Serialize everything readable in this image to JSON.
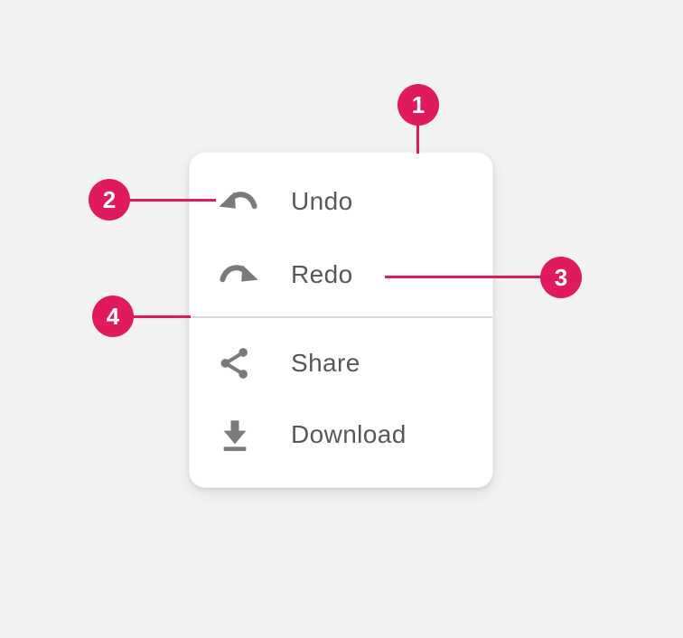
{
  "page": {
    "background_color": "#f2f2f2",
    "card_color": "#ffffff",
    "divider_color": "#d8d8d8",
    "icon_color": "#7a7a7a",
    "label_color": "#585858",
    "accent_color": "#e01a5f"
  },
  "menu": {
    "items": [
      {
        "label": "Undo",
        "icon": "undo-icon"
      },
      {
        "label": "Redo",
        "icon": "redo-icon"
      },
      {
        "label": "Share",
        "icon": "share-icon"
      },
      {
        "label": "Download",
        "icon": "download-icon"
      }
    ]
  },
  "annotations": {
    "badges": [
      {
        "number": "1",
        "points_to": "menu-card"
      },
      {
        "number": "2",
        "points_to": "undo-icon"
      },
      {
        "number": "3",
        "points_to": "redo-label"
      },
      {
        "number": "4",
        "points_to": "menu-divider"
      }
    ]
  }
}
